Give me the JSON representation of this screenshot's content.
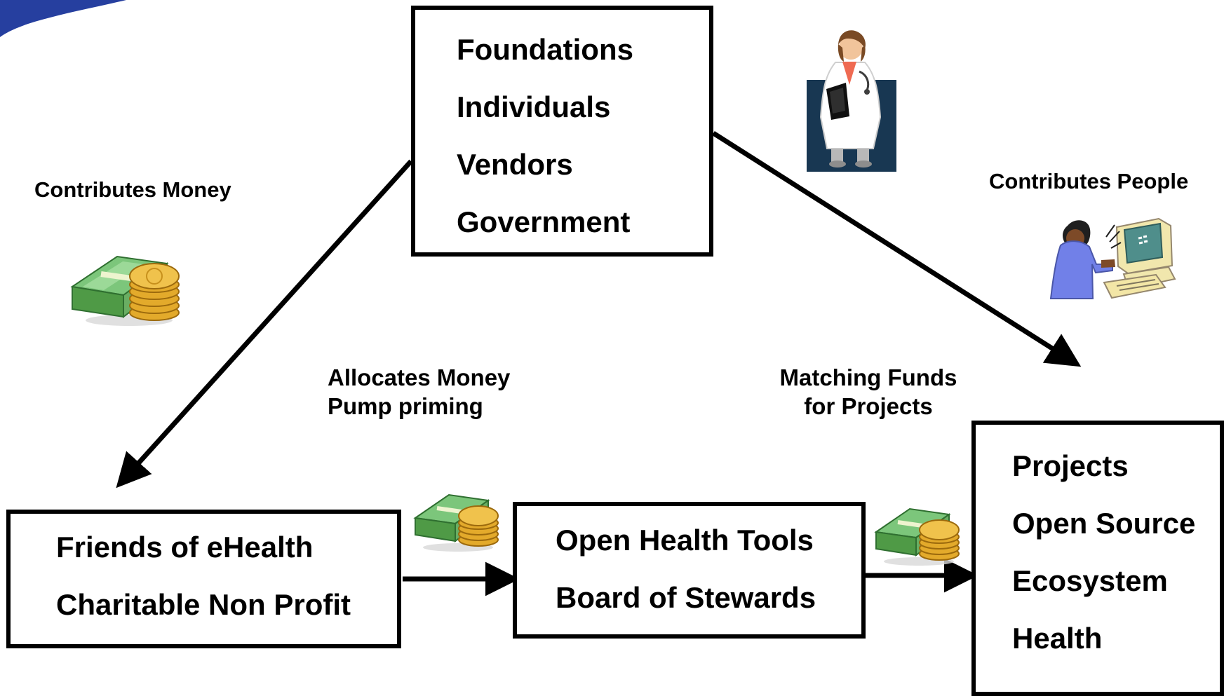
{
  "diagram": {
    "sources_box": {
      "lines": [
        "Foundations",
        "Individuals",
        "Vendors",
        "Government"
      ]
    },
    "friends_box": {
      "lines": [
        "Friends of eHealth",
        "Charitable Non Profit"
      ]
    },
    "oht_box": {
      "lines": [
        "Open Health Tools",
        "Board of Stewards"
      ]
    },
    "projects_box": {
      "lines": [
        "Projects",
        "Open Source",
        "Ecosystem",
        "Health"
      ]
    },
    "captions": {
      "contributes_money": "Contributes Money",
      "contributes_people": "Contributes People",
      "allocates_money": {
        "line1": "Allocates Money",
        "line2": "Pump priming"
      },
      "matching_funds": {
        "line1": "Matching Funds",
        "line2": "for Projects"
      }
    },
    "icons": {
      "corner_swoosh": "blue-swoosh-icon",
      "doctor": "doctor-icon",
      "money_large": "money-stack-icon",
      "money_small_left": "money-stack-icon",
      "money_small_right": "money-stack-icon",
      "computer_user": "computer-user-icon"
    },
    "colors": {
      "line": "#000000",
      "box_fill": "#ffffff",
      "swoosh_blue": "#263f9f",
      "money_green": "#4f9a46",
      "coin_gold": "#e3aa2b",
      "doctor_panel": "#183752",
      "screen_teal": "#4f8e8b",
      "person_purple": "#6a73d2"
    }
  }
}
